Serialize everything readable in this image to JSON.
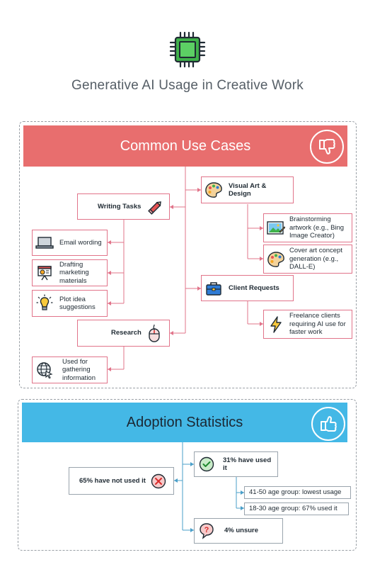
{
  "title": "Generative AI Usage in Creative Work",
  "colors": {
    "use_cases_banner": "#e86e6e",
    "adoption_banner": "#44b8e6",
    "box_border": "#e1748a",
    "chip_green": "#3fb24a"
  },
  "use_cases": {
    "heading": "Common Use Cases",
    "banner_icon": "thumbs-down-icon",
    "writing_tasks": {
      "label": "Writing Tasks",
      "icon": "pencil-icon",
      "items": [
        {
          "label": "Email wording",
          "icon": "laptop-icon"
        },
        {
          "label": "Drafting marketing materials",
          "icon": "presentation-icon"
        },
        {
          "label": "Plot idea suggestions",
          "icon": "lightbulb-icon"
        }
      ]
    },
    "research": {
      "label": "Research",
      "icon": "mouse-icon",
      "items": [
        {
          "label": "Used for gathering information",
          "icon": "globe-icon"
        }
      ]
    },
    "visual_art": {
      "label": "Visual Art & Design",
      "icon": "palette-icon",
      "items": [
        {
          "label": "Brainstorming artwork (e.g., Bing Image Creator)",
          "icon": "picture-icon"
        },
        {
          "label": "Cover art concept generation (e.g., DALL-E)",
          "icon": "palette-icon"
        }
      ]
    },
    "client_requests": {
      "label": "Client Requests",
      "icon": "briefcase-icon",
      "items": [
        {
          "label": "Freelance clients requiring AI use for faster work",
          "icon": "lightning-icon"
        }
      ]
    }
  },
  "adoption": {
    "heading": "Adoption Statistics",
    "banner_icon": "thumbs-up-icon",
    "not_used": {
      "label": "65% have not used it",
      "icon": "x-circle-icon"
    },
    "used": {
      "label": "31% have used it",
      "icon": "check-circle-icon",
      "items": [
        "41-50 age group: lowest usage",
        "18-30 age group: 67% used it"
      ]
    },
    "unsure": {
      "label": "4% unsure",
      "icon": "question-icon"
    }
  }
}
